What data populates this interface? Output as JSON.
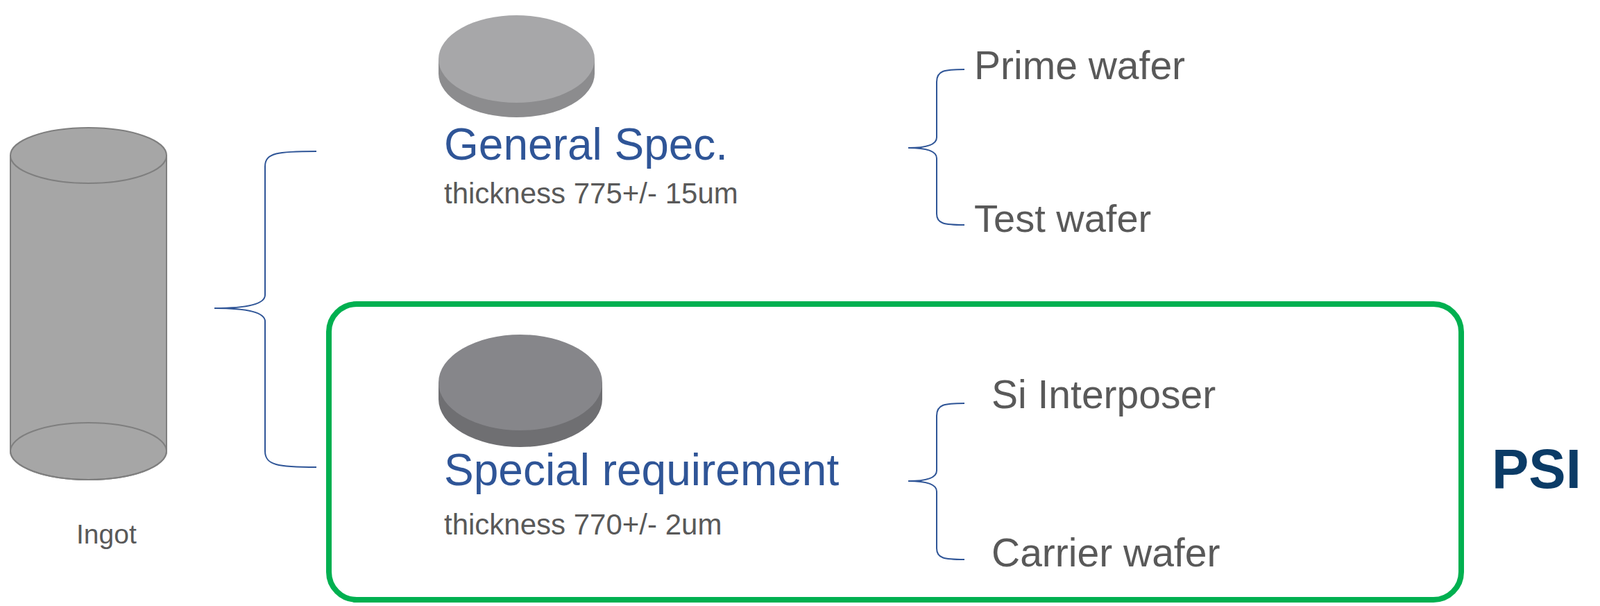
{
  "diagram": {
    "nodes": [
      {
        "text": [
          "PSI"
        ]
      }
    ],
    "labels": [
      "Ingot",
      "General Spec.",
      "thickness 775+/- 15um",
      "Prime wafer",
      "Test wafer",
      "Special requirement",
      "thickness 770+/- 2um",
      "Si Interposer",
      "Carrier wafer"
    ]
  }
}
